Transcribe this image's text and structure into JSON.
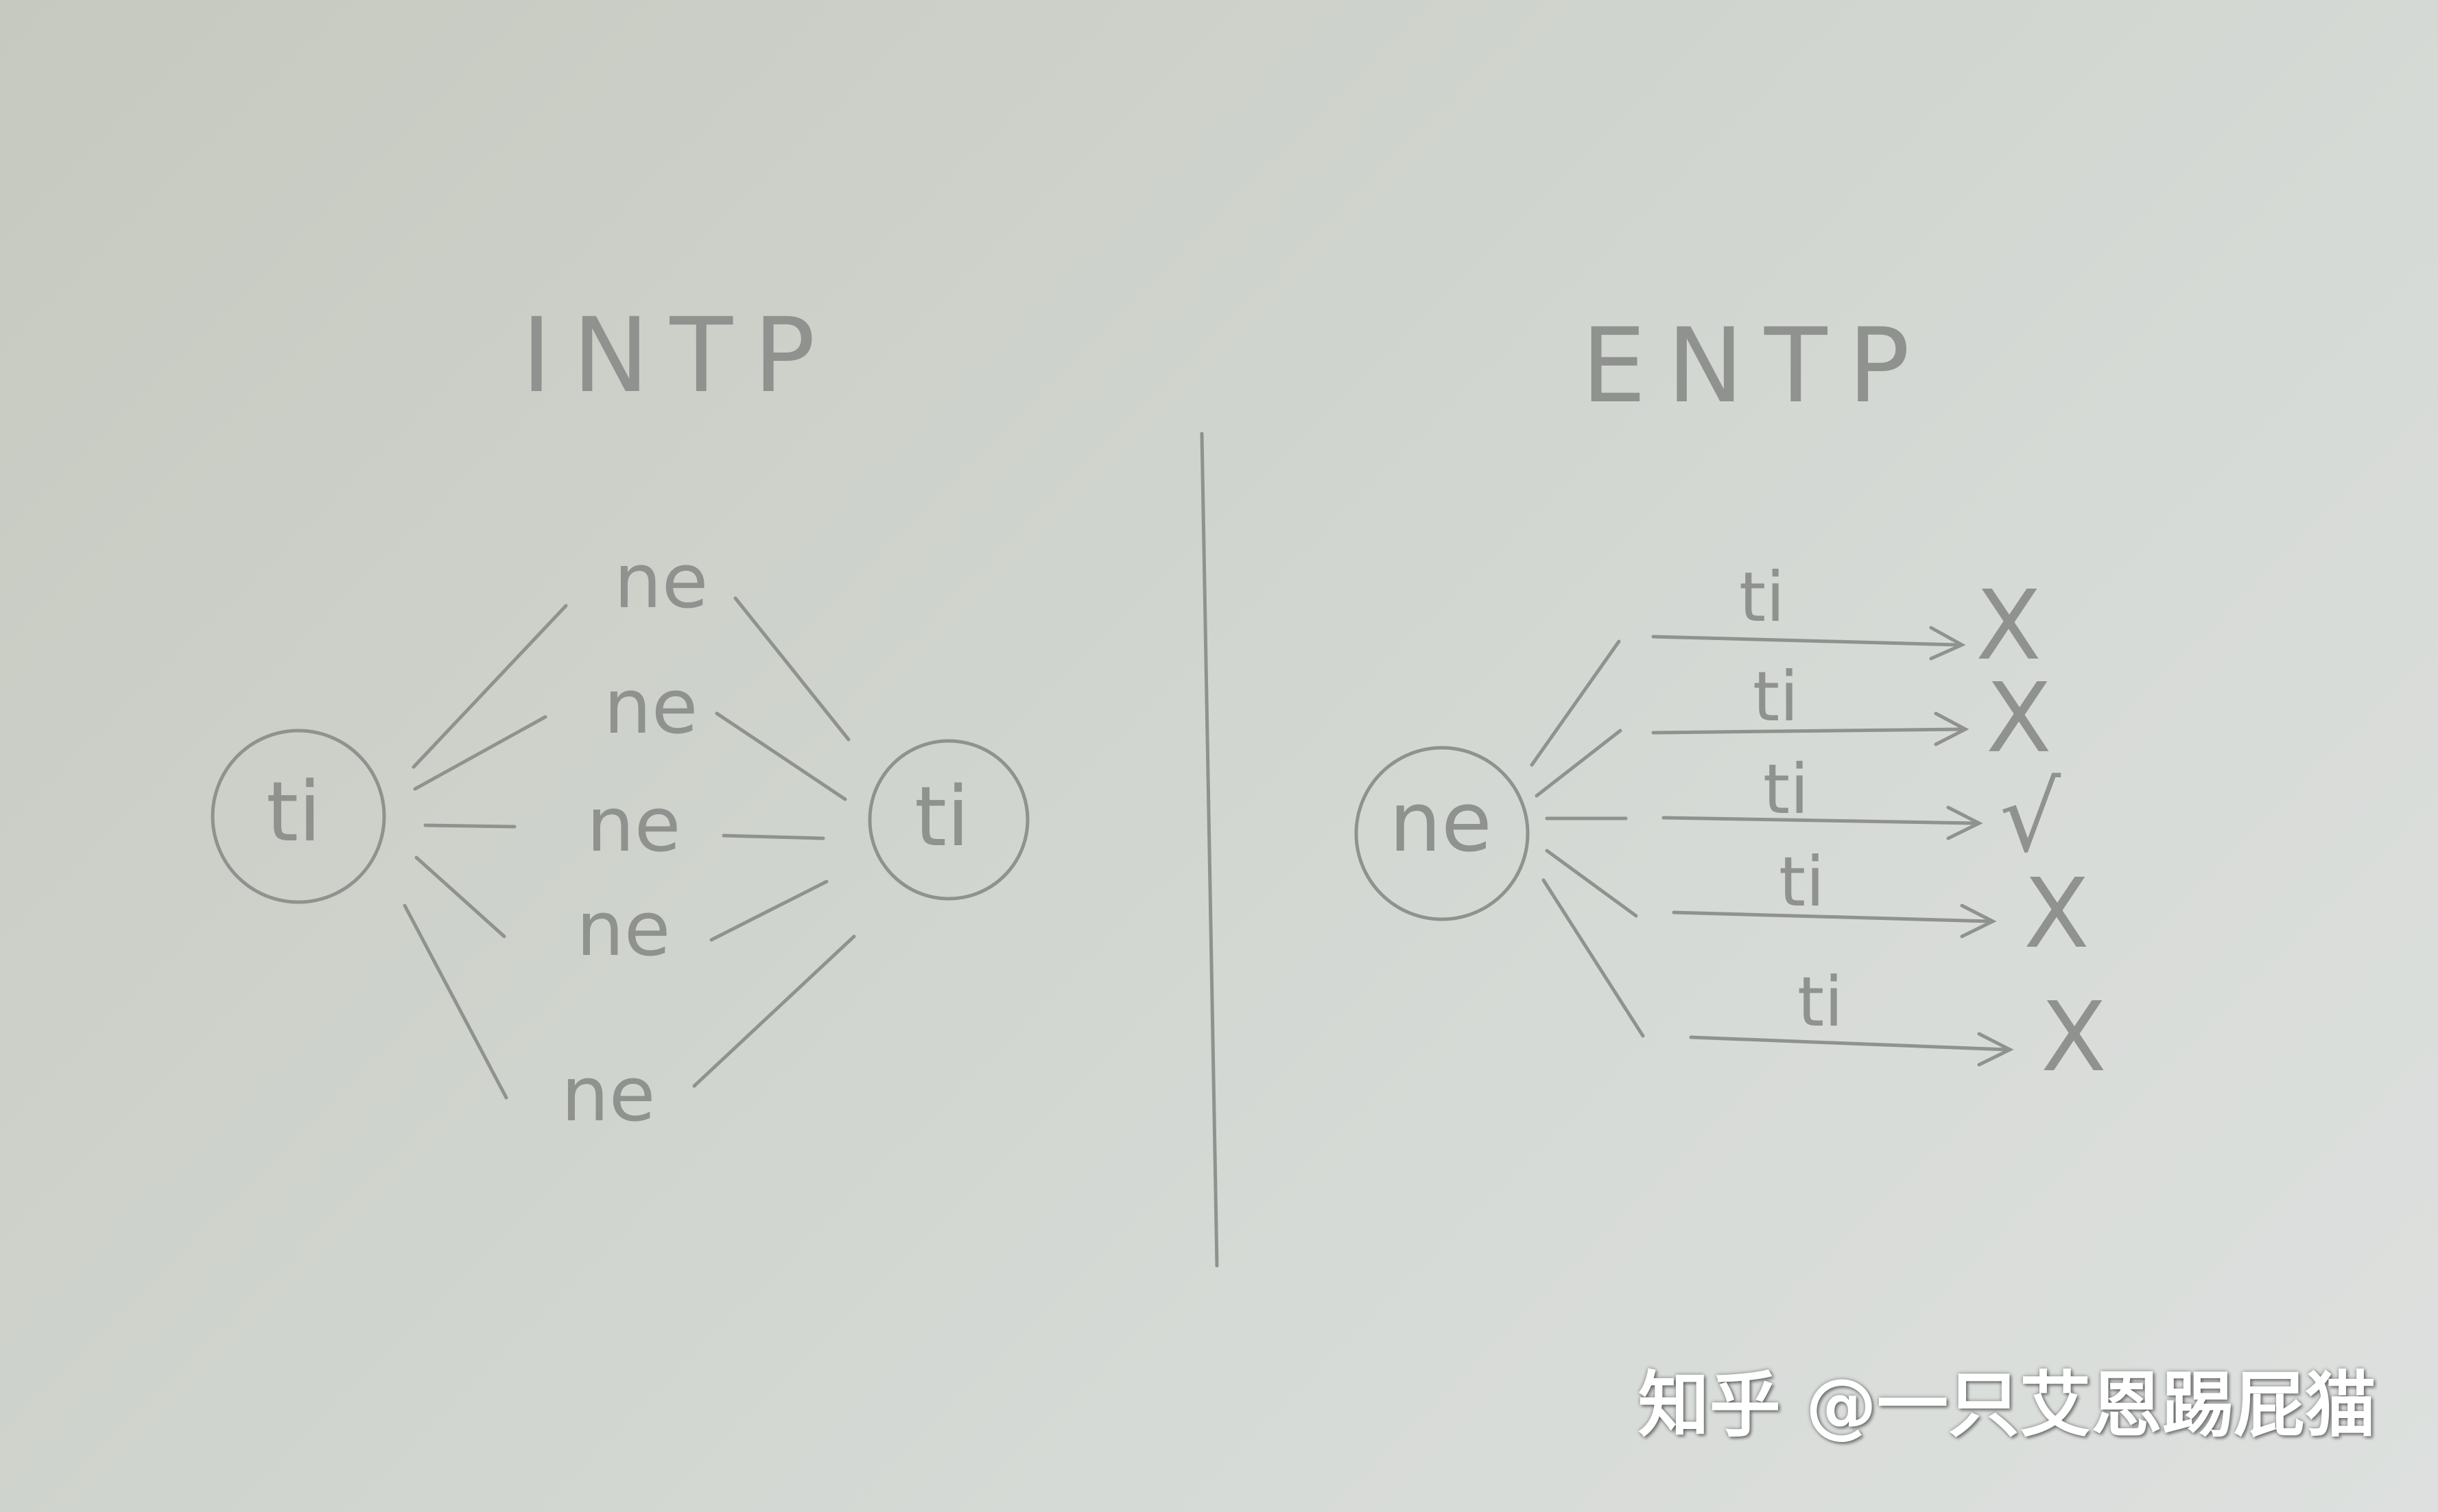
{
  "left": {
    "title": "INTP",
    "left_node": "ti",
    "right_node": "ti",
    "middle": [
      "ne",
      "ne",
      "ne",
      "ne",
      "ne"
    ]
  },
  "right": {
    "title": "ENTP",
    "source_node": "ne",
    "branches": [
      {
        "label": "ti",
        "result": "X"
      },
      {
        "label": "ti",
        "result": "X"
      },
      {
        "label": "ti",
        "result": "√"
      },
      {
        "label": "ti",
        "result": "X"
      },
      {
        "label": "ti",
        "result": "X"
      }
    ]
  },
  "watermark": "知乎 @一只艾恩踢屁猫",
  "colors": {
    "pencil": "#8f928e",
    "paper": "#cfd3cd"
  }
}
